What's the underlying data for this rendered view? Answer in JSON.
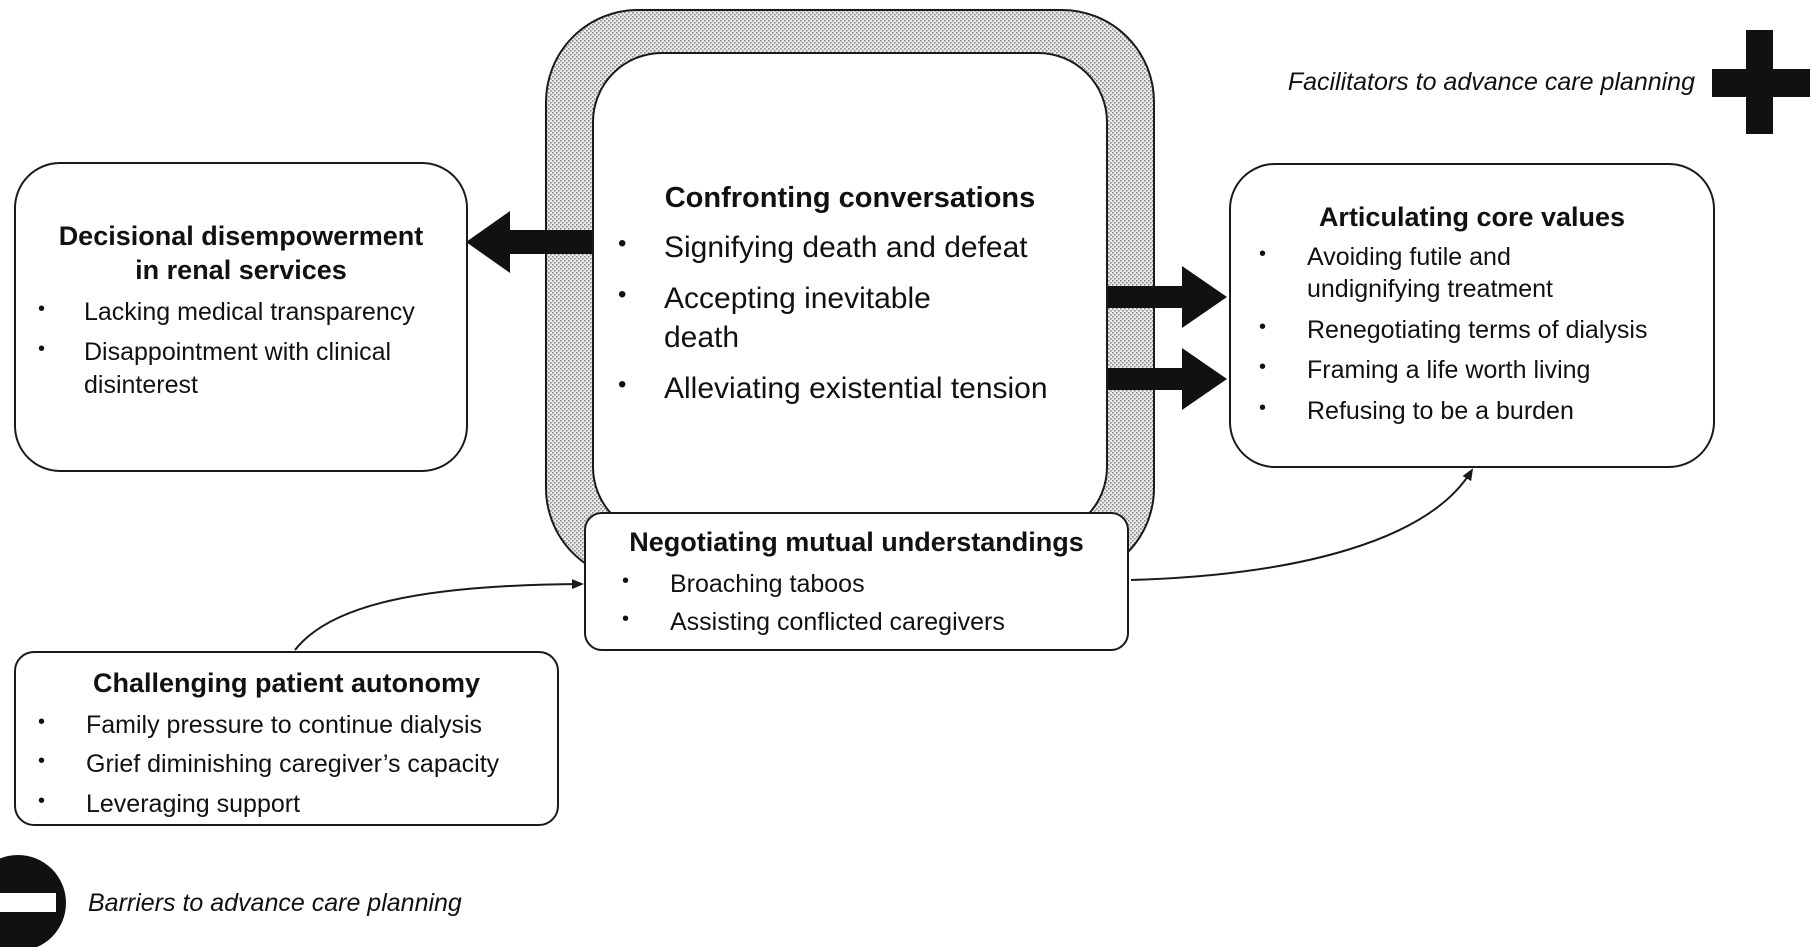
{
  "legend": {
    "facilitators_label": "Facilitators to advance care planning",
    "barriers_label": "Barriers to advance care planning"
  },
  "nodes": {
    "decisional": {
      "title_line1": "Decisional disempowerment",
      "title_line2": "in renal services",
      "items": [
        "Lacking medical transparency",
        "Disappointment with clinical disinterest"
      ]
    },
    "confronting": {
      "title": "Confronting conversations",
      "items": [
        "Signifying death and defeat",
        "Accepting inevitable death",
        "Alleviating existential tension"
      ]
    },
    "articulating": {
      "title": "Articulating core values",
      "items": [
        "Avoiding futile and undignifying treatment",
        "Renegotiating terms of dialysis",
        "Framing a life worth living",
        "Refusing to be a burden"
      ]
    },
    "negotiating": {
      "title": "Negotiating mutual understandings",
      "items": [
        "Broaching taboos",
        "Assisting conflicted caregivers"
      ]
    },
    "challenging": {
      "title": "Challenging patient autonomy",
      "items": [
        "Family pressure to continue dialysis",
        "Grief diminishing caregiver’s capacity",
        "Leveraging support"
      ]
    }
  },
  "colors": {
    "stroke": "#1a1a1a",
    "halo_fill": "#d9d9d9",
    "background": "#ffffff"
  }
}
